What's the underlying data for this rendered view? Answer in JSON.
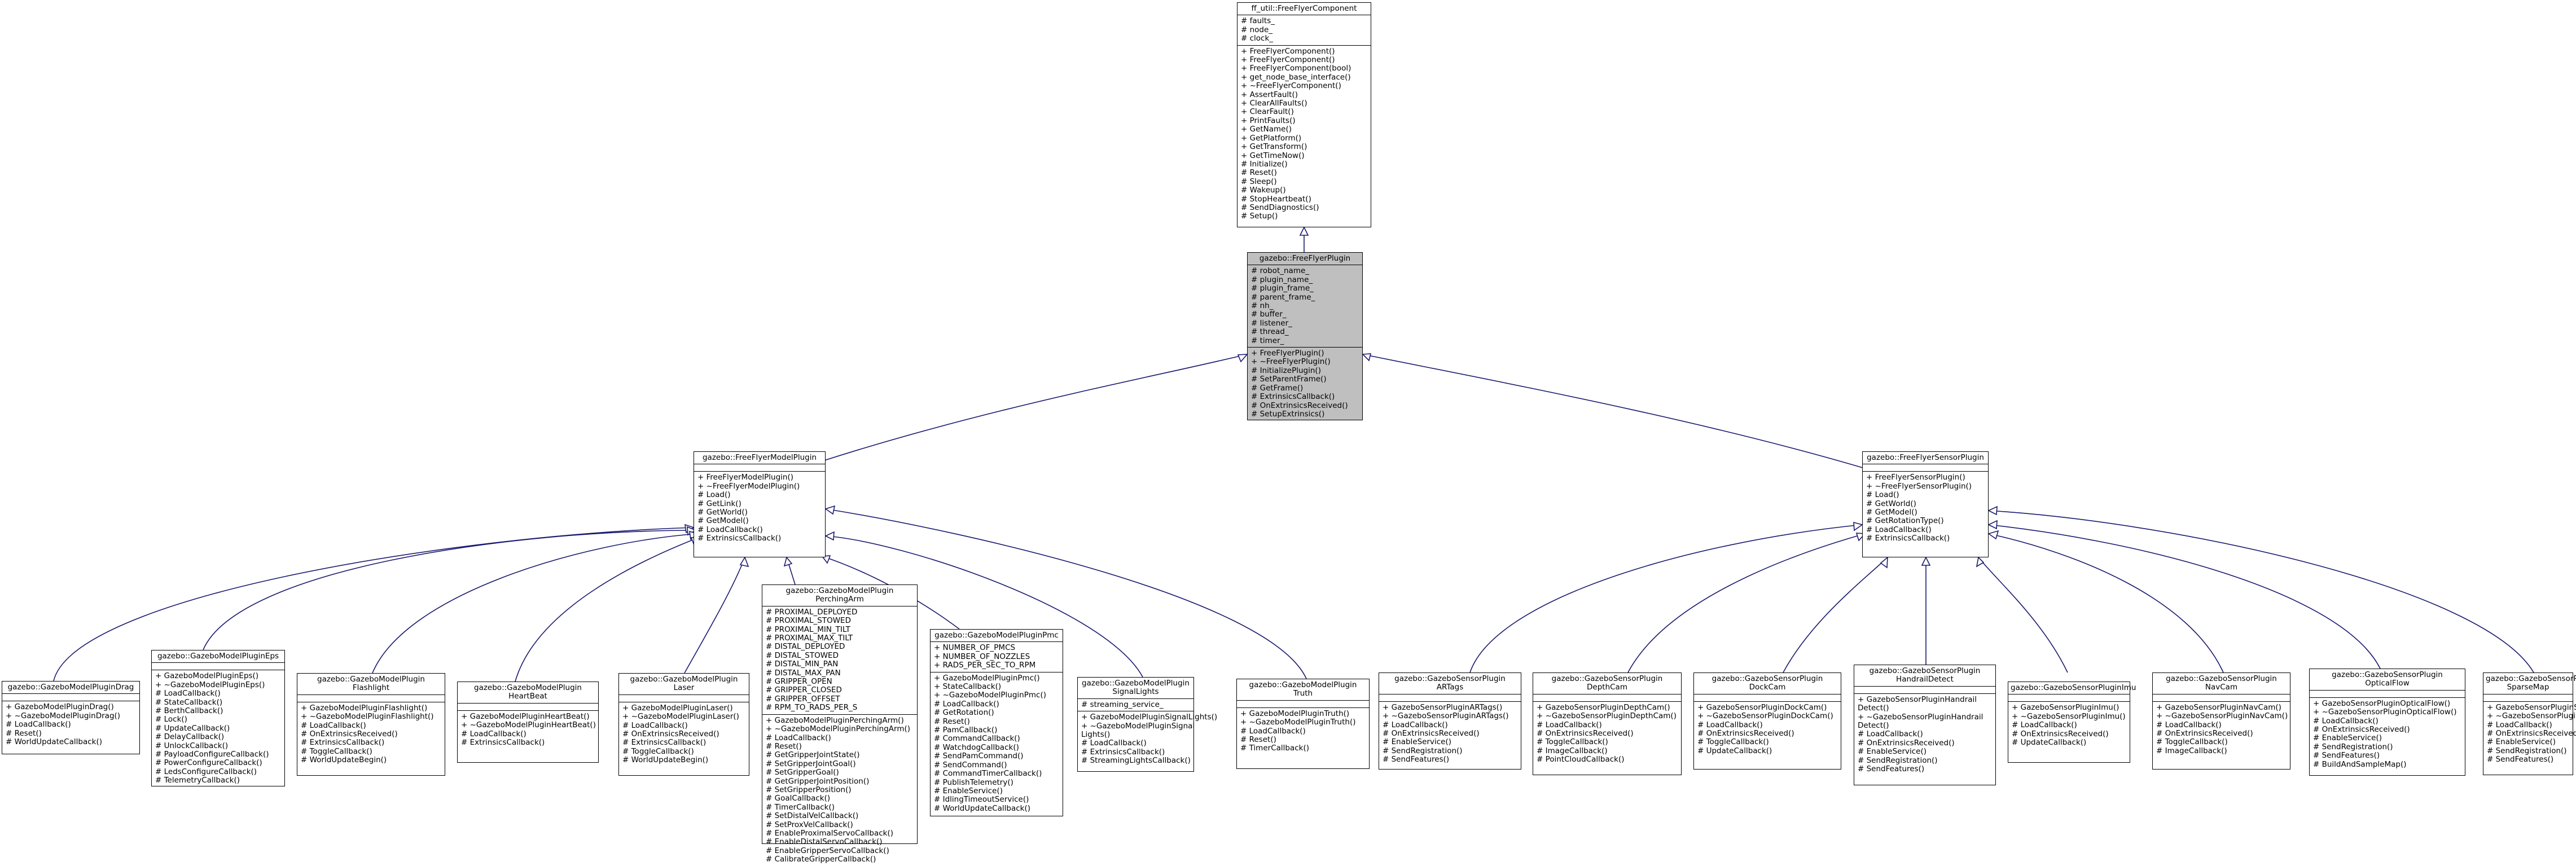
{
  "classes": {
    "base": {
      "title": [
        "ff_util::FreeFlyerComponent"
      ],
      "attrs": [
        "# faults_",
        "# node_",
        "# clock_"
      ],
      "ops": [
        "+ FreeFlyerComponent()",
        "+ FreeFlyerComponent()",
        "+ FreeFlyerComponent(bool)",
        "+ get_node_base_interface()",
        "+ ~FreeFlyerComponent()",
        "+ AssertFault()",
        "+ ClearAllFaults()",
        "+ ClearFault()",
        "+ PrintFaults()",
        "+ GetName()",
        "+ GetPlatform()",
        "+ GetTransform()",
        "+ GetTimeNow()",
        "# Initialize()",
        "# Reset()",
        "# Sleep()",
        "# Wakeup()",
        "# StopHeartbeat()",
        "# SendDiagnostics()",
        "# Setup()"
      ]
    },
    "ffp": {
      "title": [
        "gazebo::FreeFlyerPlugin"
      ],
      "attrs": [
        "# robot_name_",
        "# plugin_name_",
        "# plugin_frame_",
        "# parent_frame_",
        "# nh_",
        "# buffer_",
        "# listener_",
        "# thread_",
        "# timer_"
      ],
      "ops": [
        "+ FreeFlyerPlugin()",
        "+ ~FreeFlyerPlugin()",
        "# InitializePlugin()",
        "# SetParentFrame()",
        "# GetFrame()",
        "# ExtrinsicsCallback()",
        "# OnExtrinsicsReceived()",
        "# SetupExtrinsics()"
      ]
    },
    "ffmp": {
      "title": [
        "gazebo::FreeFlyerModelPlugin"
      ],
      "attrs": [],
      "ops": [
        "+ FreeFlyerModelPlugin()",
        "+ ~FreeFlyerModelPlugin()",
        "# Load()",
        "# GetLink()",
        "# GetWorld()",
        "# GetModel()",
        "# LoadCallback()",
        "# ExtrinsicsCallback()"
      ]
    },
    "ffsp": {
      "title": [
        "gazebo::FreeFlyerSensorPlugin"
      ],
      "attrs": [],
      "ops": [
        "+ FreeFlyerSensorPlugin()",
        "+ ~FreeFlyerSensorPlugin()",
        "# Load()",
        "# GetWorld()",
        "# GetModel()",
        "# GetRotationType()",
        "# LoadCallback()",
        "# ExtrinsicsCallback()"
      ]
    },
    "drag": {
      "title": [
        "gazebo::GazeboModelPluginDrag"
      ],
      "attrs": [],
      "ops": [
        "+ GazeboModelPluginDrag()",
        "+ ~GazeboModelPluginDrag()",
        "# LoadCallback()",
        "# Reset()",
        "# WorldUpdateCallback()"
      ]
    },
    "eps": {
      "title": [
        "gazebo::GazeboModelPluginEps"
      ],
      "attrs": [],
      "ops": [
        "+ GazeboModelPluginEps()",
        "+ ~GazeboModelPluginEps()",
        "# LoadCallback()",
        "# StateCallback()",
        "# BerthCallback()",
        "# Lock()",
        "# UpdateCallback()",
        "# DelayCallback()",
        "# UnlockCallback()",
        "# PayloadConfigureCallback()",
        "# PowerConfigureCallback()",
        "# LedsConfigureCallback()",
        "# TelemetryCallback()"
      ]
    },
    "flash": {
      "title": [
        "gazebo::GazeboModelPlugin",
        "Flashlight"
      ],
      "attrs": [],
      "ops": [
        "+ GazeboModelPluginFlashlight()",
        "+ ~GazeboModelPluginFlashlight()",
        "# LoadCallback()",
        "# OnExtrinsicsReceived()",
        "# ExtrinsicsCallback()",
        "# ToggleCallback()",
        "# WorldUpdateBegin()"
      ]
    },
    "heart": {
      "title": [
        "gazebo::GazeboModelPlugin",
        "HeartBeat"
      ],
      "attrs": [],
      "ops": [
        "+ GazeboModelPluginHeartBeat()",
        "+ ~GazeboModelPluginHeartBeat()",
        "# LoadCallback()",
        "# ExtrinsicsCallback()"
      ]
    },
    "laser": {
      "title": [
        "gazebo::GazeboModelPlugin",
        "Laser"
      ],
      "attrs": [],
      "ops": [
        "+ GazeboModelPluginLaser()",
        "+ ~GazeboModelPluginLaser()",
        "# LoadCallback()",
        "# OnExtrinsicsReceived()",
        "# ExtrinsicsCallback()",
        "# ToggleCallback()",
        "# WorldUpdateBegin()"
      ]
    },
    "perch": {
      "title": [
        "gazebo::GazeboModelPlugin",
        "PerchingArm"
      ],
      "attrs": [
        "# PROXIMAL_DEPLOYED",
        "# PROXIMAL_STOWED",
        "# PROXIMAL_MIN_TILT",
        "# PROXIMAL_MAX_TILT",
        "# DISTAL_DEPLOYED",
        "# DISTAL_STOWED",
        "# DISTAL_MIN_PAN",
        "# DISTAL_MAX_PAN",
        "# GRIPPER_OPEN",
        "# GRIPPER_CLOSED",
        "# GRIPPER_OFFSET",
        "# RPM_TO_RADS_PER_S"
      ],
      "ops": [
        "+ GazeboModelPluginPerchingArm()",
        "+ ~GazeboModelPluginPerchingArm()",
        "# LoadCallback()",
        "# Reset()",
        "# GetGripperJointState()",
        "# SetGripperJointGoal()",
        "# SetGripperGoal()",
        "# GetGripperJointPosition()",
        "# SetGripperPosition()",
        "# GoalCallback()",
        "# TimerCallback()",
        "# SetDistalVelCallback()",
        "# SetProxVelCallback()",
        "# EnableProximalServoCallback()",
        "# EnableDistalServoCallback()",
        "# EnableGripperServoCallback()",
        "# CalibrateGripperCallback()"
      ]
    },
    "pmc": {
      "title": [
        "gazebo::GazeboModelPluginPmc"
      ],
      "attrs": [
        "+ NUMBER_OF_PMCS",
        "+ NUMBER_OF_NOZZLES",
        "+ RADS_PER_SEC_TO_RPM"
      ],
      "ops": [
        "+ GazeboModelPluginPmc()",
        "+ StateCallback()",
        "+ ~GazeboModelPluginPmc()",
        "# LoadCallback()",
        "# GetRotation()",
        "# Reset()",
        "# PamCallback()",
        "# CommandCallback()",
        "# WatchdogCallback()",
        "# SendPamCommand()",
        "# SendCommand()",
        "# CommandTimerCallback()",
        "# PublishTelemetry()",
        "# EnableService()",
        "# IdlingTimeoutService()",
        "# WorldUpdateCallback()"
      ]
    },
    "signal": {
      "title": [
        "gazebo::GazeboModelPlugin",
        "SignalLights"
      ],
      "attrs": [
        "# streaming_service_"
      ],
      "ops": [
        "+ GazeboModelPluginSignalLights()",
        "+ ~GazeboModelPluginSignal",
        "Lights()",
        "# LoadCallback()",
        "# ExtrinsicsCallback()",
        "# StreamingLightsCallback()"
      ]
    },
    "truth": {
      "title": [
        "gazebo::GazeboModelPlugin",
        "Truth"
      ],
      "attrs": [],
      "ops": [
        "+ GazeboModelPluginTruth()",
        "+ ~GazeboModelPluginTruth()",
        "# LoadCallback()",
        "# Reset()",
        "# TimerCallback()"
      ]
    },
    "artags": {
      "title": [
        "gazebo::GazeboSensorPlugin",
        "ARTags"
      ],
      "attrs": [],
      "ops": [
        "+ GazeboSensorPluginARTags()",
        "+ ~GazeboSensorPluginARTags()",
        "# LoadCallback()",
        "# OnExtrinsicsReceived()",
        "# EnableService()",
        "# SendRegistration()",
        "# SendFeatures()"
      ]
    },
    "depth": {
      "title": [
        "gazebo::GazeboSensorPlugin",
        "DepthCam"
      ],
      "attrs": [],
      "ops": [
        "+ GazeboSensorPluginDepthCam()",
        "+ ~GazeboSensorPluginDepthCam()",
        "# LoadCallback()",
        "# OnExtrinsicsReceived()",
        "# ToggleCallback()",
        "# ImageCallback()",
        "# PointCloudCallback()"
      ]
    },
    "dock": {
      "title": [
        "gazebo::GazeboSensorPlugin",
        "DockCam"
      ],
      "attrs": [],
      "ops": [
        "+ GazeboSensorPluginDockCam()",
        "+ ~GazeboSensorPluginDockCam()",
        "# LoadCallback()",
        "# OnExtrinsicsReceived()",
        "# ToggleCallback()",
        "# UpdateCallback()"
      ]
    },
    "handrail": {
      "title": [
        "gazebo::GazeboSensorPlugin",
        "HandrailDetect"
      ],
      "attrs": [],
      "ops": [
        "+ GazeboSensorPluginHandrail",
        "Detect()",
        "+ ~GazeboSensorPluginHandrail",
        "Detect()",
        "# LoadCallback()",
        "# OnExtrinsicsReceived()",
        "# EnableService()",
        "# SendRegistration()",
        "# SendFeatures()"
      ]
    },
    "imu": {
      "title": [
        "gazebo::GazeboSensorPluginImu"
      ],
      "attrs": [],
      "ops": [
        "+ GazeboSensorPluginImu()",
        "+ ~GazeboSensorPluginImu()",
        "# LoadCallback()",
        "# OnExtrinsicsReceived()",
        "# UpdateCallback()"
      ]
    },
    "nav": {
      "title": [
        "gazebo::GazeboSensorPlugin",
        "NavCam"
      ],
      "attrs": [],
      "ops": [
        "+ GazeboSensorPluginNavCam()",
        "+ ~GazeboSensorPluginNavCam()",
        "# LoadCallback()",
        "# OnExtrinsicsReceived()",
        "# ToggleCallback()",
        "# ImageCallback()"
      ]
    },
    "optical": {
      "title": [
        "gazebo::GazeboSensorPlugin",
        "OpticalFlow"
      ],
      "attrs": [],
      "ops": [
        "+ GazeboSensorPluginOpticalFlow()",
        "+ ~GazeboSensorPluginOpticalFlow()",
        "# LoadCallback()",
        "# OnExtrinsicsReceived()",
        "# EnableService()",
        "# SendRegistration()",
        "# SendFeatures()",
        "# BuildAndSampleMap()"
      ]
    },
    "sparse": {
      "title": [
        "gazebo::GazeboSensorPlugin",
        "SparseMap"
      ],
      "attrs": [],
      "ops": [
        "+ GazeboSensorPluginSparseMap()",
        "+ ~GazeboSensorPluginSparseMap()",
        "# LoadCallback()",
        "# OnExtrinsicsReceived()",
        "# EnableService()",
        "# SendRegistration()",
        "# SendFeatures()"
      ]
    }
  },
  "edge_color": "#191970",
  "highlight_color": "#bfbfbf"
}
